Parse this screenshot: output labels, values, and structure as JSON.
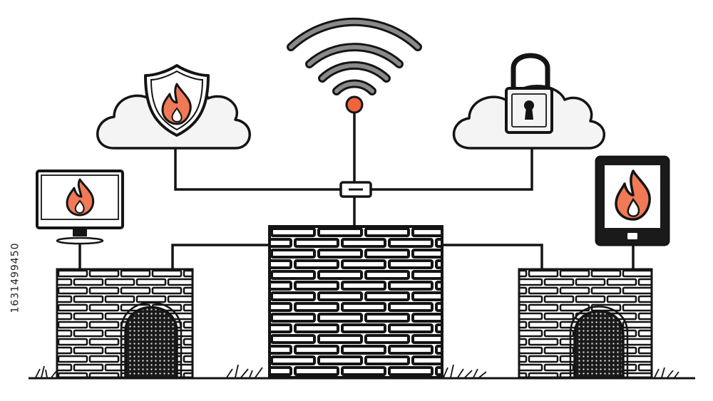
{
  "stock_id": "1631499450",
  "colors": {
    "outline": "#141414",
    "flame": "#f07a55",
    "flame_dark": "#c9502c",
    "node": "#f0643c",
    "wifi": "#8a8a8a",
    "cloud_fill": "#f4f4f4",
    "brick_fill": "#ffffff",
    "gate_fill": "#1a1a1a"
  },
  "icons": {
    "left_cloud_badge": "shield-flame-icon",
    "right_cloud_badge": "padlock-icon",
    "signal": "wifi-icon",
    "left_device": "monitor-icon",
    "right_device": "tablet-icon",
    "device_screen_badge": "flame-icon",
    "hub": "network-switch-icon"
  },
  "nodes": [
    {
      "id": "left-cloud",
      "label": ""
    },
    {
      "id": "right-cloud",
      "label": ""
    },
    {
      "id": "wifi-antenna",
      "label": ""
    },
    {
      "id": "left-castle",
      "label": ""
    },
    {
      "id": "central-firewall",
      "label": ""
    },
    {
      "id": "right-castle",
      "label": ""
    },
    {
      "id": "monitor",
      "label": ""
    },
    {
      "id": "tablet",
      "label": ""
    }
  ]
}
